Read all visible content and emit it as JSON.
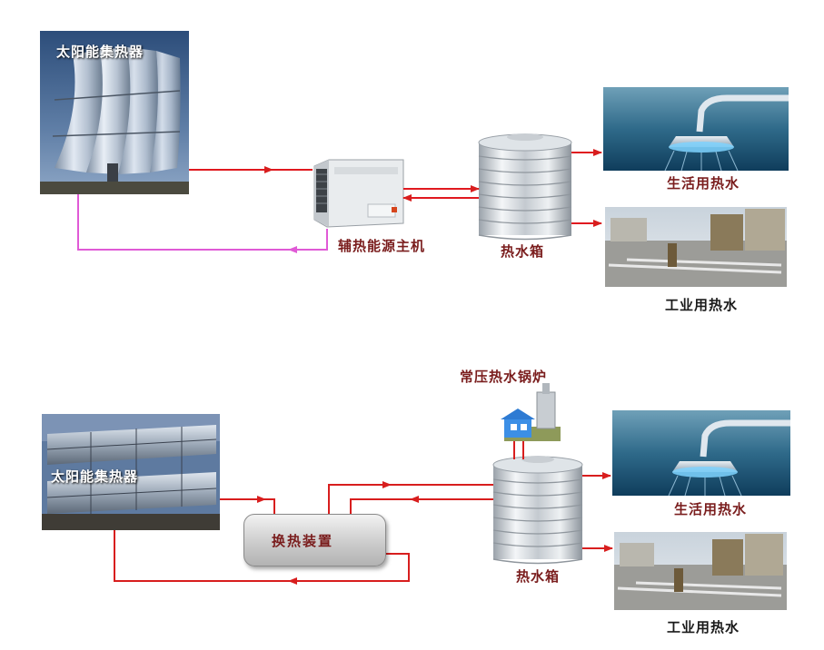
{
  "top": {
    "collector_title": "太阳能集热器",
    "aux_heater_label": "辅热能源主机",
    "tank_label": "热水箱",
    "domestic_label": "生活用热水",
    "industrial_label": "工业用热水"
  },
  "bottom": {
    "collector_title": "太阳能集热器",
    "boiler_label": "常压热水锅炉",
    "heat_exchanger_label": "换热装置",
    "tank_label": "热水箱",
    "domestic_label": "生活用热水",
    "industrial_label": "工业用热水"
  },
  "colors": {
    "supply_pipe": "#e0191f",
    "return_pipe": "#e05ad6",
    "pipe_red": "#d81e1e"
  }
}
